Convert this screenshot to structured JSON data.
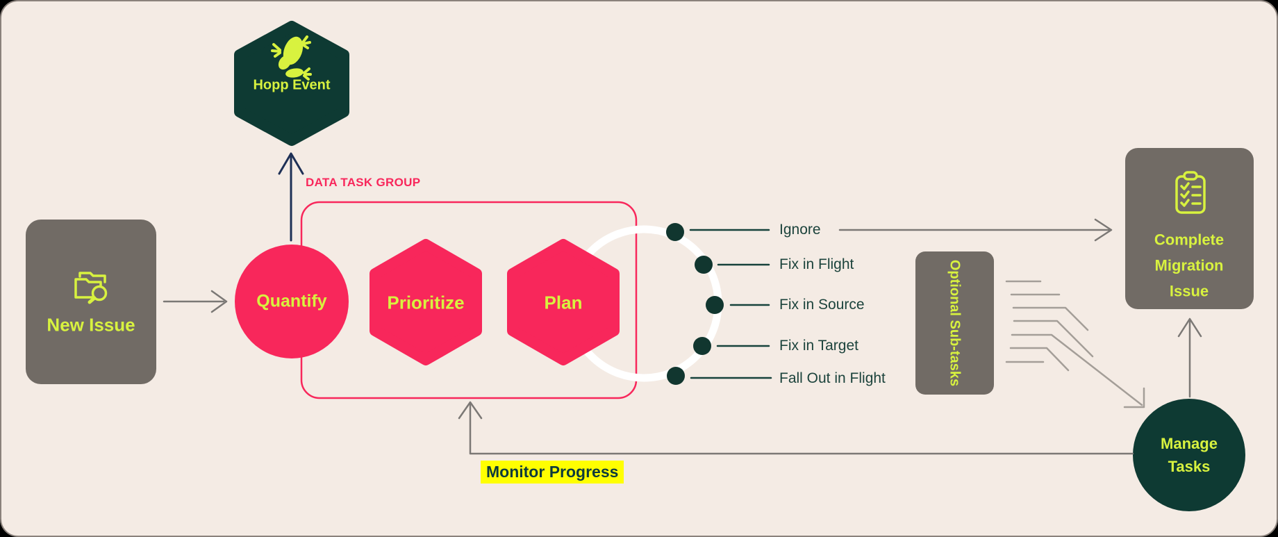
{
  "colors": {
    "background": "#F4EBE4",
    "pink": "#F8275B",
    "lime": "#D8F23F",
    "dark_teal": "#0E3A33",
    "card_gray": "#716B65",
    "navy_arrow": "#1E3056",
    "gray_arrow": "#7B7875",
    "scribble_gray": "#A49E98",
    "outcome_label_teal": "#1C433C",
    "highlight_yellow": "#FFFF00",
    "white_ring": "#FFFFFF"
  },
  "nodes": {
    "hopp_event": "Hopp Event",
    "new_issue": "New Issue",
    "quantify": "Quantify",
    "prioritize": "Prioritize",
    "plan": "Plan",
    "optional_subtasks": "Optional Sub-tasks",
    "manage_tasks": {
      "line1": "Manage",
      "line2": "Tasks"
    },
    "complete_migration_issue": {
      "line1": "Complete",
      "line2": "Migration",
      "line3": "Issue"
    }
  },
  "labels": {
    "data_task_group": "DATA TASK GROUP",
    "monitor_progress": "Monitor Progress"
  },
  "outcomes": [
    "Ignore",
    "Fix in Flight",
    "Fix in Source",
    "Fix in Target",
    "Fall Out in Flight"
  ],
  "icons": {
    "frog": "frog-icon",
    "folder_search": "folder-search-icon",
    "clipboard_check": "clipboard-check-icon"
  }
}
